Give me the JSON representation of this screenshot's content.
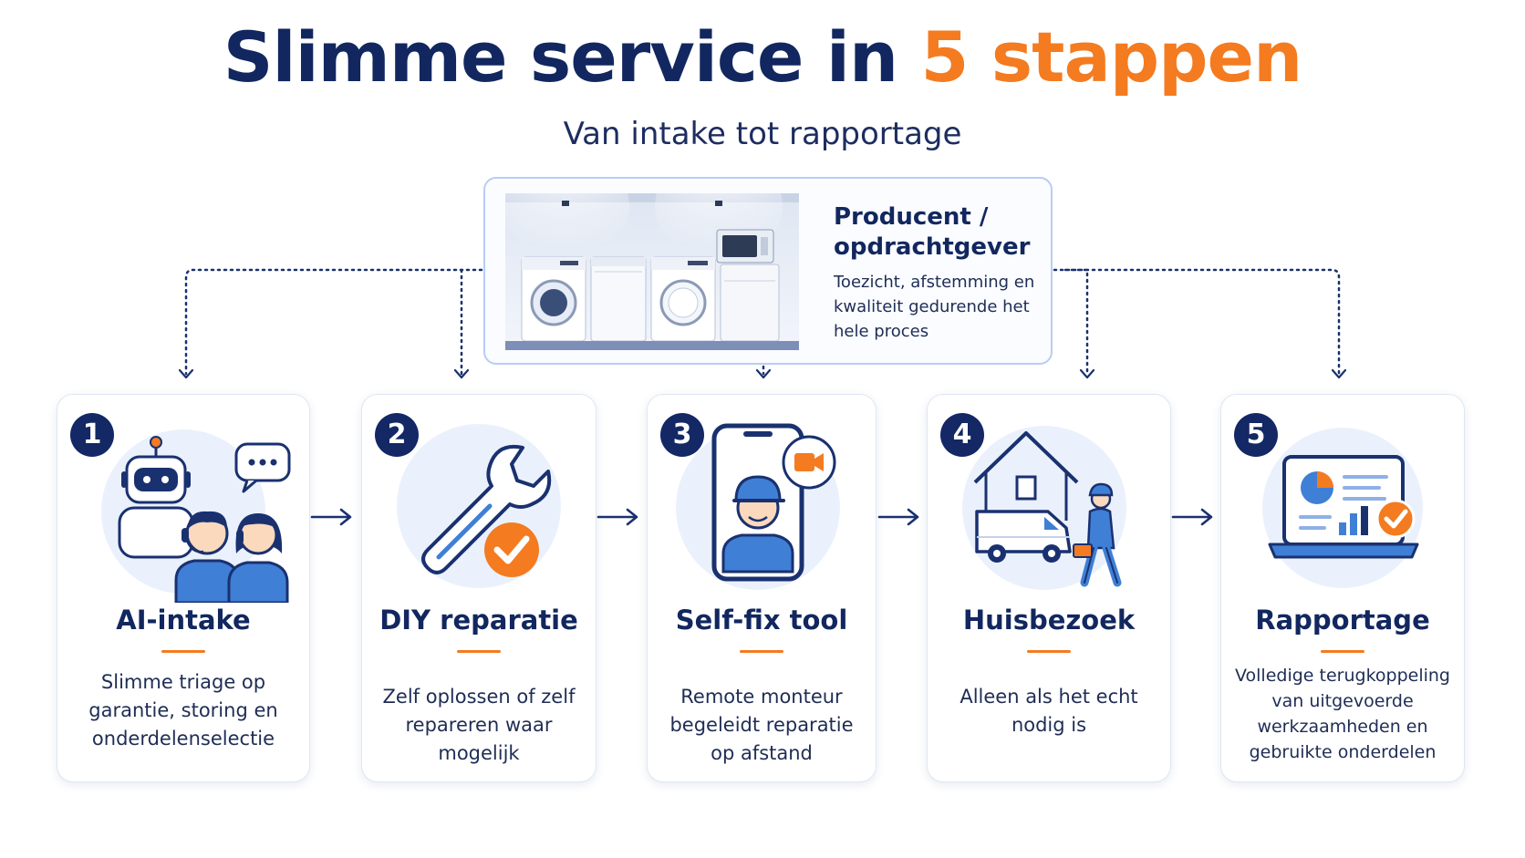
{
  "header": {
    "title_main": "Slimme service in ",
    "title_accent": "5 stappen",
    "subtitle": "Van intake tot rapportage"
  },
  "producer": {
    "title": "Producent / opdrachtgever",
    "description": "Toezicht, afstemming en kwaliteit gedurende het hele proces",
    "illustration": "appliance-showroom-illustration"
  },
  "steps": [
    {
      "number": "1",
      "title": "AI-intake",
      "description": "Slimme triage op garantie, storing en onderdelenselectie",
      "icon": "ai-robot-and-agents-illustration"
    },
    {
      "number": "2",
      "title": "DIY reparatie",
      "description": "Zelf oplossen of zelf repareren waar mogelijk",
      "icon": "wrench-check-illustration"
    },
    {
      "number": "3",
      "title": "Self-fix tool",
      "description": "Remote monteur begeleidt reparatie op afstand",
      "icon": "phone-video-technician-illustration"
    },
    {
      "number": "4",
      "title": "Huisbezoek",
      "description": "Alleen als het echt nodig is",
      "icon": "house-van-technician-illustration"
    },
    {
      "number": "5",
      "title": "Rapportage",
      "description": "Volledige terugkoppeling van uitgevoerde werkzaamheden en gebruikte onderdelen",
      "icon": "laptop-report-check-illustration"
    }
  ],
  "colors": {
    "navy": "#12275f",
    "accent": "#f47b20",
    "blue": "#3f7fd6",
    "light_blue_bg": "#eaf1fc"
  }
}
